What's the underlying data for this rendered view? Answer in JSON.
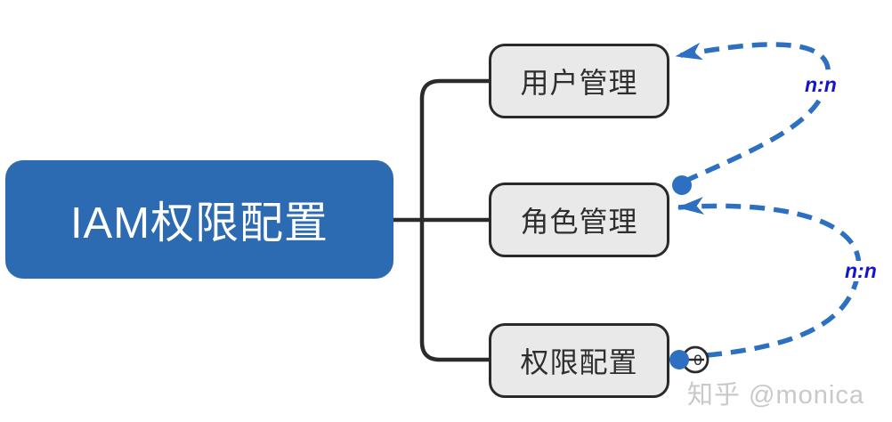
{
  "root_node": {
    "label": "IAM权限配置"
  },
  "child_nodes": [
    {
      "label": "用户管理"
    },
    {
      "label": "角色管理"
    },
    {
      "label": "权限配置"
    }
  ],
  "relations": [
    {
      "label": "n:n",
      "from": "角色管理",
      "to": "用户管理"
    },
    {
      "label": "n:n",
      "from": "权限配置",
      "to": "角色管理"
    }
  ],
  "collapse_badge": {
    "count": "0"
  },
  "watermark": {
    "text": "知乎 @monica"
  },
  "colors": {
    "background": "#ffffff",
    "root_fill": "#2c6ab1",
    "root_text": "#ffffff",
    "child_fill": "#e9e9e9",
    "child_border": "#2a2a2a",
    "child_text": "#2e2e2e",
    "connector": "#2b2b2b",
    "relation": "#2d6fc1",
    "relation_label": "#1414cc",
    "watermark": "#c9c9c9"
  }
}
